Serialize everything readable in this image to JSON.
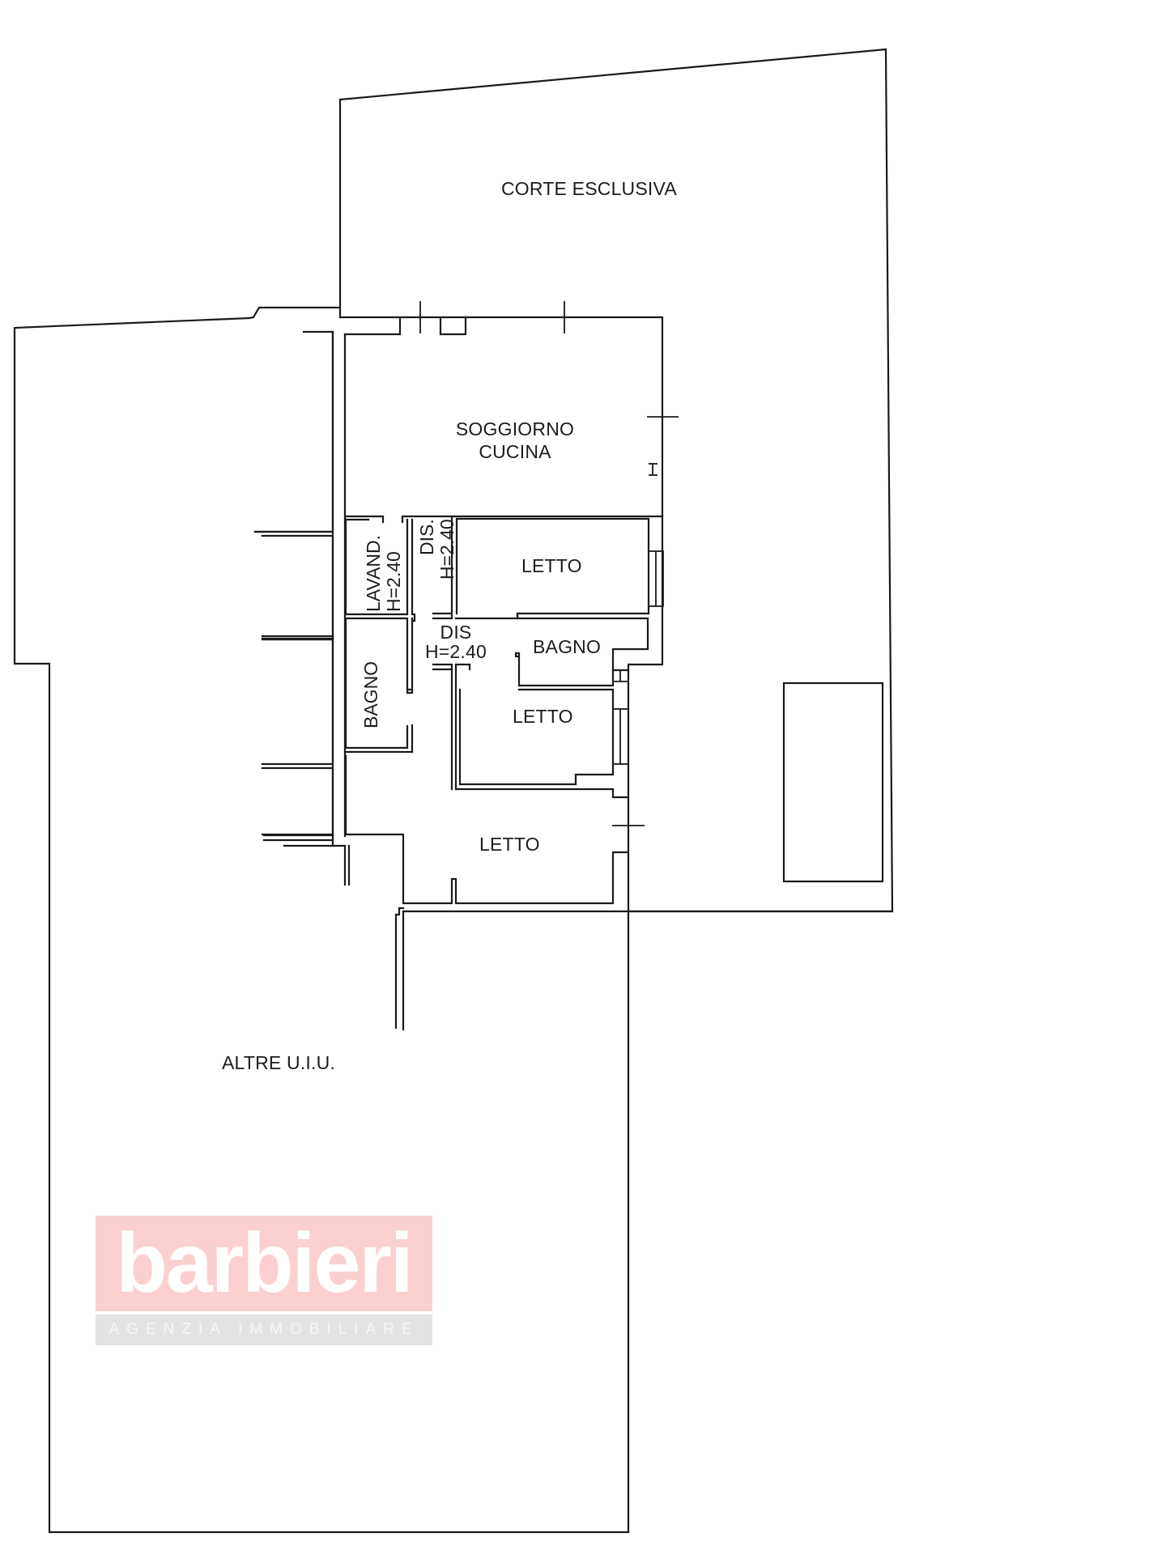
{
  "plan": {
    "type": "cadastral floor plan",
    "areas": {
      "courtyard": "CORTE ESCLUSIVA",
      "other_units": "ALTRE U.I.U."
    },
    "rooms": {
      "living_kitchen_line1": "SOGGIORNO",
      "living_kitchen_line2": "CUCINA",
      "laundry_line1": "LAVAND.",
      "laundry_line2": "H=2.40",
      "hall_upper_line1": "DIS.",
      "hall_upper_line2": "H=2.40",
      "hall_lower_line1": "DIS",
      "hall_lower_line2": "H=2.40",
      "bedroom_1": "LETTO",
      "bathroom_1": "BAGNO",
      "bedroom_2": "LETTO",
      "bathroom_2": "BAGNO",
      "bedroom_3": "LETTO"
    }
  },
  "watermark": {
    "brand": "barbieri",
    "tagline": "AGENZIA IMMOBILIARE",
    "colors": {
      "brand_bg": "#fcd0d0",
      "tagline_bg": "#e3e3e3"
    }
  }
}
